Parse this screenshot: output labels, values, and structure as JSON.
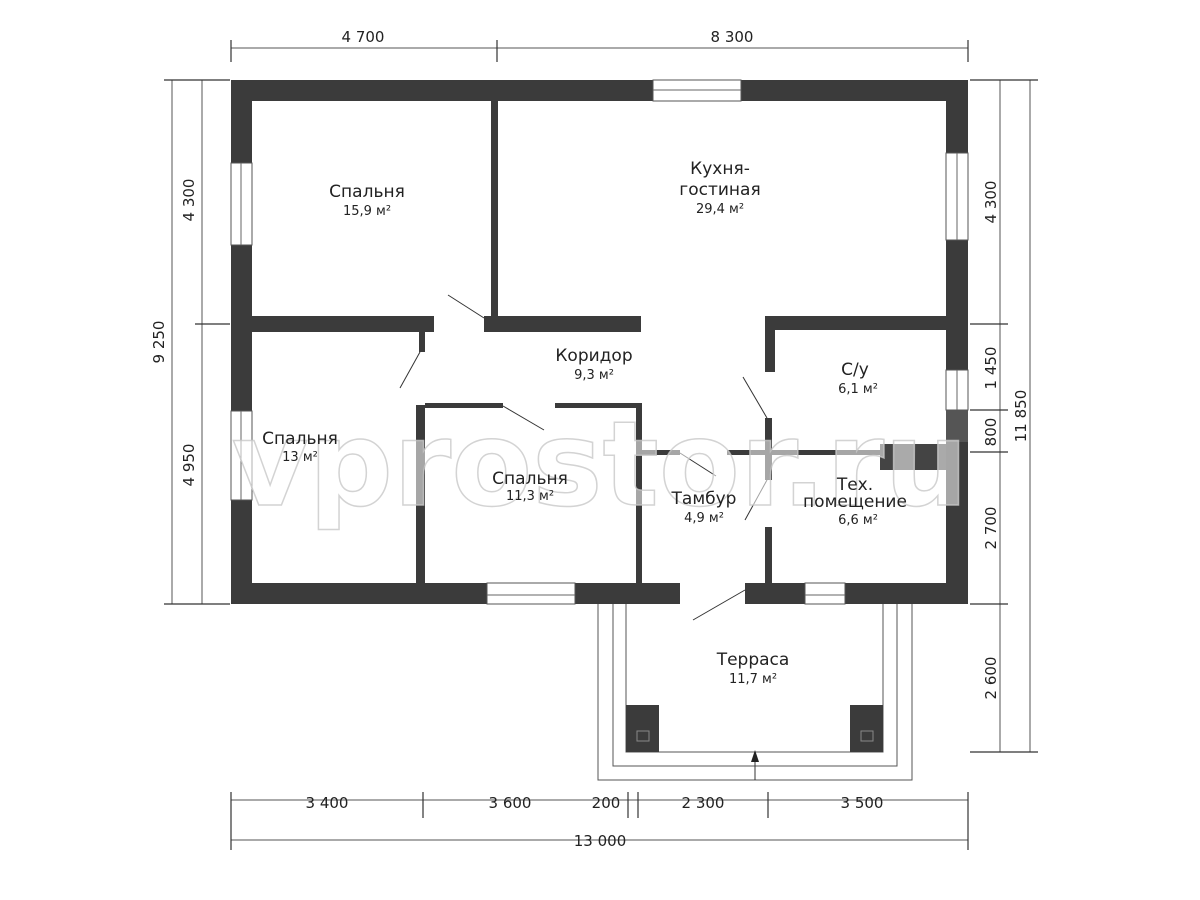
{
  "rooms": [
    {
      "name": "Спальня",
      "area": "15,9 м²"
    },
    {
      "name": "Кухня-",
      "name2": "гостиная",
      "area": "29,4 м²"
    },
    {
      "name": "Коридор",
      "area": "9,3 м²"
    },
    {
      "name": "С/у",
      "area": "6,1 м²"
    },
    {
      "name": "Спальня",
      "area": "13 м²"
    },
    {
      "name": "Спальня",
      "area": "11,3 м²"
    },
    {
      "name": "Тамбур",
      "area": "4,9 м²"
    },
    {
      "name": "Тех.",
      "name2": "помещение",
      "area": "6,6 м²"
    },
    {
      "name": "Терраса",
      "area": "11,7 м²"
    }
  ],
  "dimensions": {
    "top": [
      "4 700",
      "8 300"
    ],
    "left_inner": [
      "4 300",
      "4 950"
    ],
    "left_total": "9 250",
    "right_inner": [
      "4 300",
      "1 450",
      "800",
      "2 700",
      "2 600"
    ],
    "right_total": "11 850",
    "bottom_inner": [
      "3 400",
      "3 600",
      "200",
      "2 300",
      "3 500"
    ],
    "bottom_total": "13 000"
  },
  "watermark": "vprostor.ru"
}
